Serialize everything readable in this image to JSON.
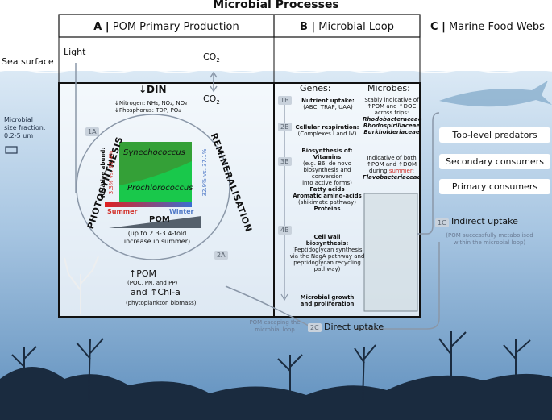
{
  "title": "Microbial Processes",
  "headers": {
    "a_prefix": "A |",
    "a_text": "POM Primary Production",
    "b_prefix": "B |",
    "b_text": "Microbial Loop",
    "c_prefix": "C |",
    "c_text": "Marine Food Webs"
  },
  "left": {
    "sea_surface": "Sea surface",
    "size_fraction_1": "Microbial",
    "size_fraction_2": "size fraction:",
    "size_fraction_3": "0.2-5 um",
    "light": "Light",
    "co2_top": "CO",
    "co2_inner": "CO"
  },
  "panelA": {
    "din": "↓DIN",
    "nitrogen": "↓Nitrogen: NH₄, NO₂, NO₃",
    "phosphorus": "↓Phosphorus: TDP, PO₄",
    "tag_1a": "1A",
    "photosynthesis": "PHOTOSYNTHESIS",
    "remineralisation": "REMINERALISATION",
    "synechococcus": "Synechococcus",
    "prochlorococcus": "Prochlorococcus",
    "relative_abund": "Relative abund:",
    "pct_summer_a": "3.3% vs. ",
    "pct_summer_b": "62.4%",
    "pct_winter_a": "32.9% vs. ",
    "pct_winter_b": "37.1%",
    "summer": "Summer",
    "winter": "Winter",
    "pom": "POM",
    "pom_increase_1": "(up to 2.3-3.4-fold",
    "pom_increase_2": "increase in summer)",
    "tag_2a": "2A",
    "up_pom": "↑POM",
    "pom_components": "(POC, PN, and PP)",
    "chl": "and ↑Chl-a",
    "chl_note": "(phytoplankton biomass)",
    "pom_escaping_1": "POM escaping the",
    "pom_escaping_2": "microbial loop"
  },
  "panelB": {
    "genes": "Genes:",
    "tag_1b": "1B",
    "nutrient_uptake": "Nutrient uptake:",
    "nutrient_uptake_detail": "(ABC, TRAP, UAA)",
    "tag_2b": "2B",
    "cell_resp": "Cellular respiration:",
    "cell_resp_detail": "(Complexes I and IV)",
    "tag_3b": "3B",
    "biosynthesis": "Biosynthesis of:",
    "vitamins": "Vitamins",
    "vitamins_detail_1": "(e.g. B6, de novo",
    "vitamins_detail_2": "biosynthesis and conversion",
    "vitamins_detail_3": "into active forms)",
    "fatty_acids": "Fatty acids",
    "aromatic": "Aromatic amino-acids",
    "shikimate": "(shikimate pathway)",
    "proteins": "Proteins",
    "tag_4b": "4B",
    "cell_wall_1": "Cell wall",
    "cell_wall_2": "biosynthesis:",
    "cell_wall_detail_1": "(Peptidoglycan synthesis",
    "cell_wall_detail_2": "via the NagA pathway and",
    "cell_wall_detail_3": "peptidoglycan recycling",
    "cell_wall_detail_4": "pathway)",
    "growth_1": "Microbial growth",
    "growth_2": "and proliferation",
    "microbes": "Microbes:",
    "microbes_d1": "Stably indicative of",
    "microbes_d2": "↑POM and ↑DOC",
    "microbes_d3": "across trips:",
    "taxa_1": "Rhodobacteraceae",
    "taxa_2": "Rhodospirillaceae",
    "taxa_3": "Burkholderiaceae",
    "both_1": "Indicative of both",
    "both_2": "↑POM and ↑DOM",
    "both_3a": "during ",
    "both_3b": "summer",
    "both_3c": ":",
    "taxa_4": "Flavobacteriaceae"
  },
  "panelC": {
    "top_predators": "Top-level predators",
    "secondary": "Secondary consumers",
    "primary": "Primary consumers",
    "tag_1c": "1C",
    "indirect": "Indirect uptake",
    "indirect_note_1": "(POM successfully metabolised",
    "indirect_note_2": "within the microbial loop)",
    "tag_2c": "2C",
    "direct": "Direct uptake"
  }
}
